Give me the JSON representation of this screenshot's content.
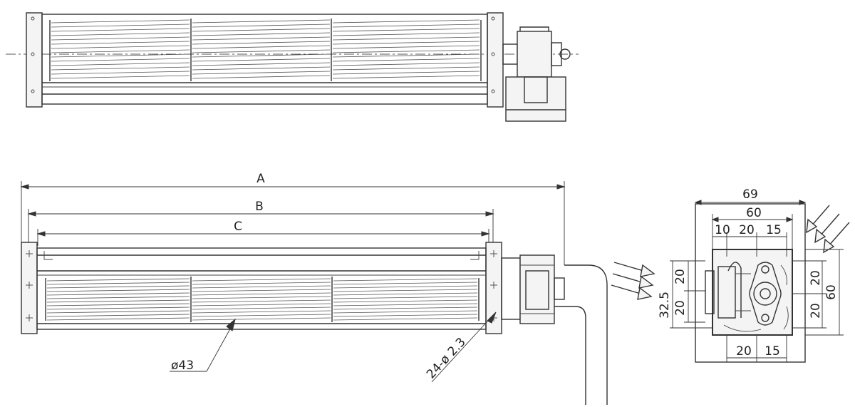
{
  "dimensions": {
    "A": "A",
    "B": "B",
    "C": "C",
    "impeller_diameter": "ø43",
    "mount_holes": "24-ø 2.3"
  },
  "side_view": {
    "width_total": "69",
    "width_inner": "60",
    "top_seg_1": "10",
    "top_seg_2": "20",
    "top_seg_3": "15",
    "left_upper": "20",
    "left_lower": "20",
    "left_total": "32.5",
    "right_upper": "20",
    "right_lower": "20",
    "right_total": "60",
    "bottom_seg_1": "20",
    "bottom_seg_2": "15"
  },
  "colors": {
    "line": "#333333",
    "background": "#ffffff"
  }
}
